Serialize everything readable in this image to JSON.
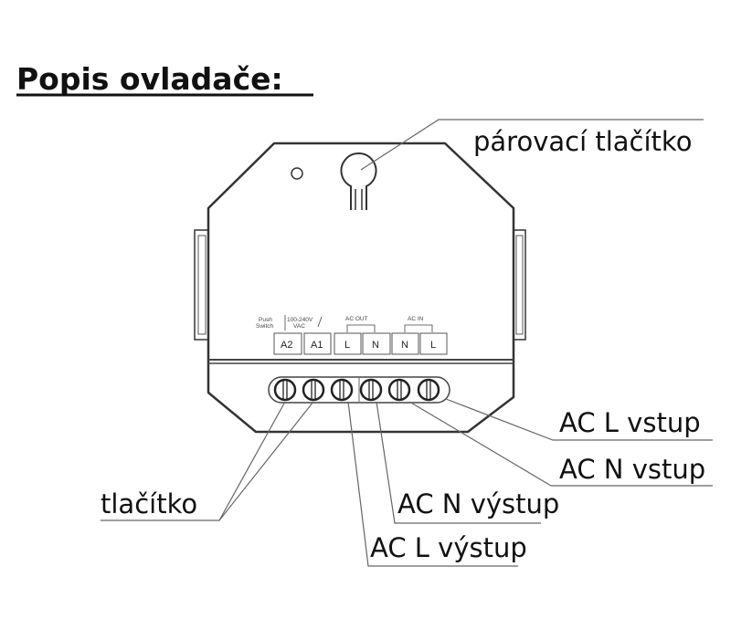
{
  "title": "Popis ovladače:",
  "device": {
    "terminal_groups": [
      "Push Switch",
      "100-240V VAC",
      "AC OUT",
      "AC IN"
    ],
    "push_label_1": "Push",
    "push_label_2": "Switch",
    "vac_label_1": "100-240V",
    "vac_label_2": "VAC",
    "ac_out": "AC OUT",
    "ac_in": "AC IN",
    "terminals": [
      "A2",
      "A1",
      "L",
      "N",
      "N",
      "L"
    ]
  },
  "callouts": {
    "pairing_button": "párovací tlačítko",
    "button": "tlačítko",
    "ac_l_input": "AC L vstup",
    "ac_n_input": "AC N vstup",
    "ac_n_output": "AC N výstup",
    "ac_l_output": "AC L výstup"
  }
}
